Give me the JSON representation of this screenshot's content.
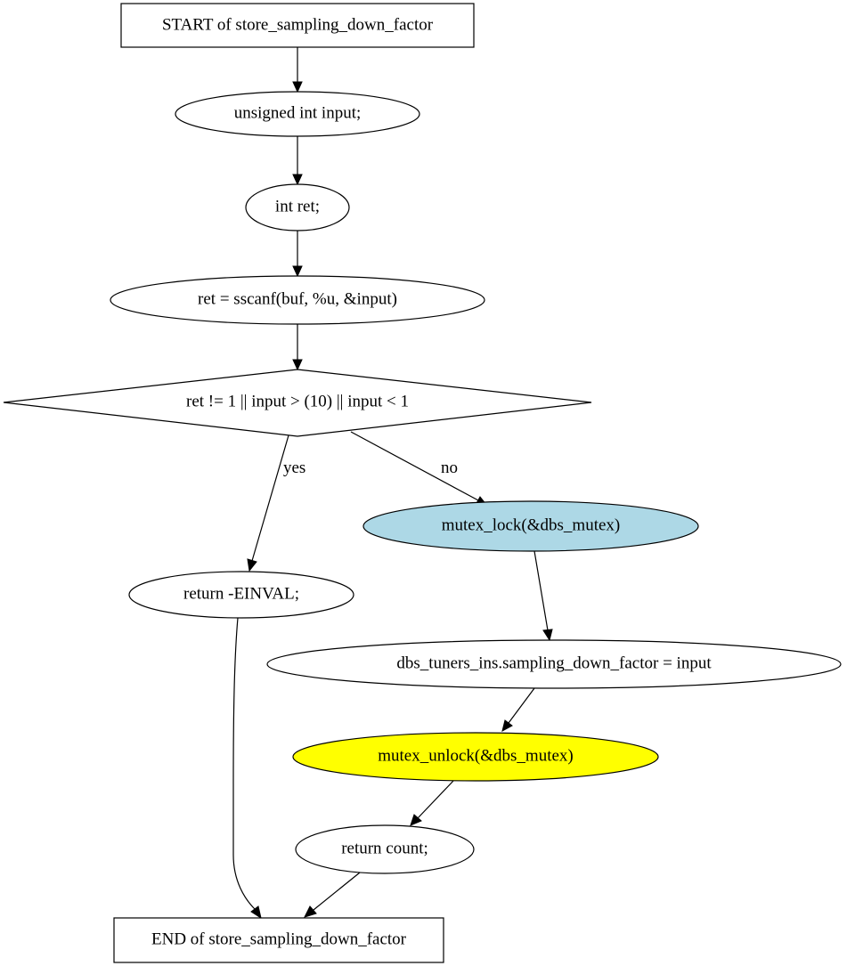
{
  "nodes": {
    "start": {
      "label": "START of store_sampling_down_factor"
    },
    "decl_input": {
      "label": "unsigned int input;"
    },
    "decl_ret": {
      "label": "int ret;"
    },
    "sscanf": {
      "label": "ret = sscanf(buf, %u, &input)"
    },
    "condition": {
      "label": "ret != 1 || input > (10) || input < 1"
    },
    "return_einval": {
      "label": "return -EINVAL;"
    },
    "mutex_lock": {
      "label": "mutex_lock(&dbs_mutex)",
      "fill": "#add8e6"
    },
    "assign": {
      "label": "dbs_tuners_ins.sampling_down_factor = input"
    },
    "mutex_unlock": {
      "label": "mutex_unlock(&dbs_mutex)",
      "fill": "#ffff00"
    },
    "return_count": {
      "label": "return count;"
    },
    "end": {
      "label": "END of store_sampling_down_factor"
    }
  },
  "edges": {
    "yes_label": "yes",
    "no_label": "no"
  }
}
